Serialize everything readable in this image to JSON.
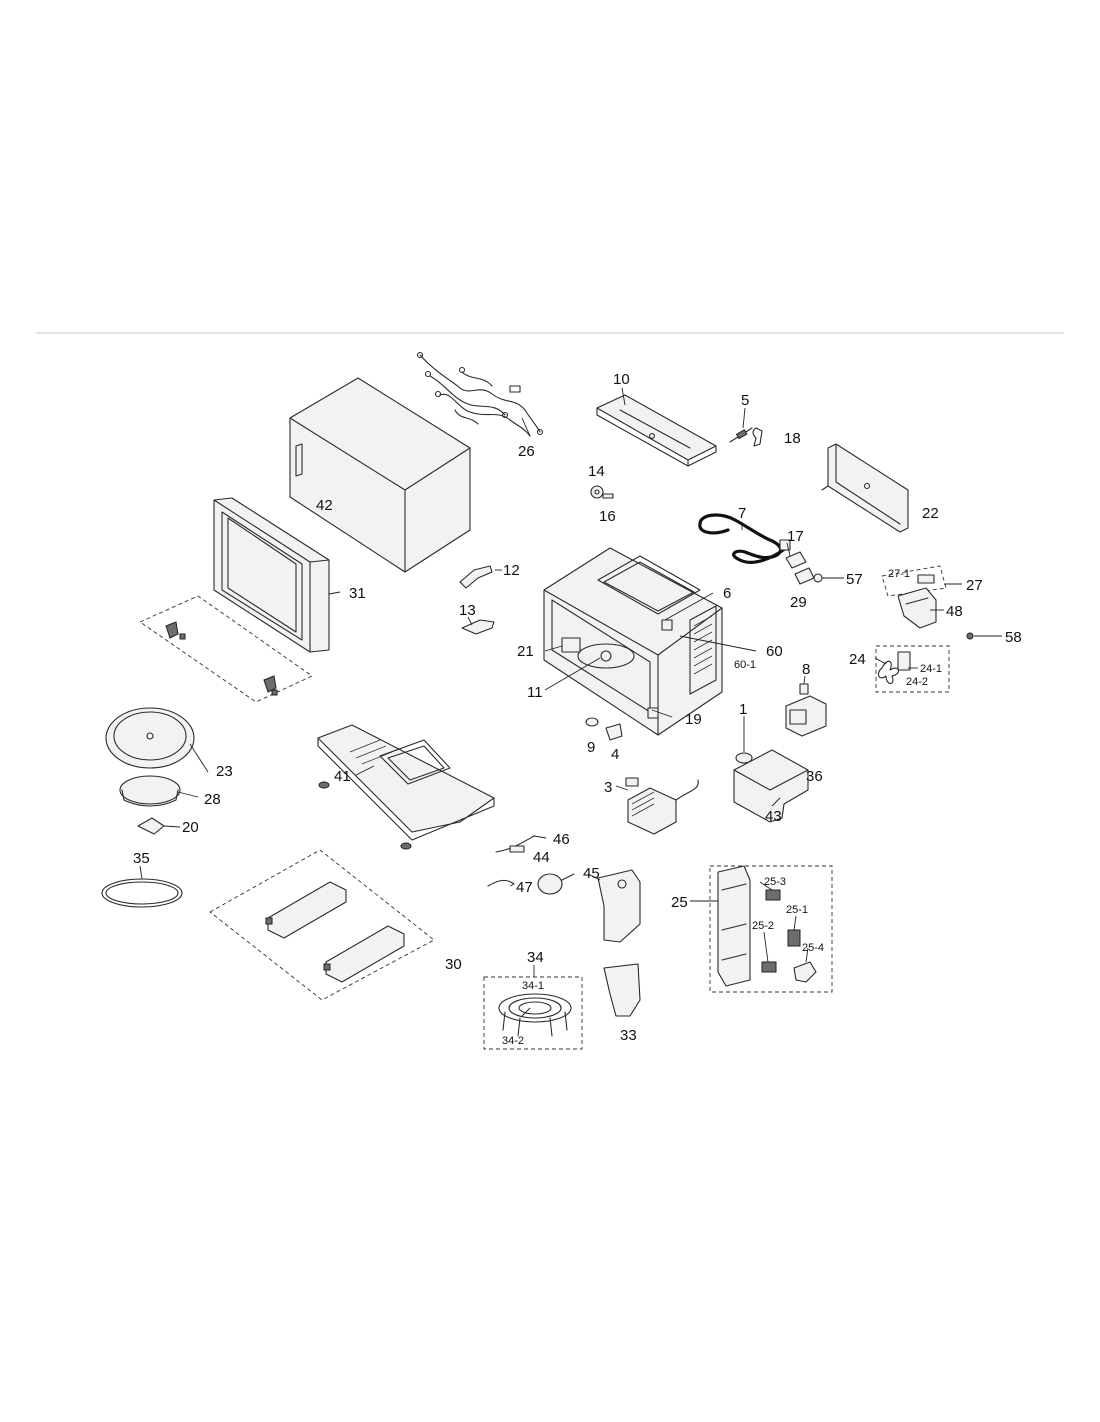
{
  "callouts": {
    "c1": "1",
    "c3": "3",
    "c4": "4",
    "c5": "5",
    "c6": "6",
    "c7": "7",
    "c8": "8",
    "c9": "9",
    "c10": "10",
    "c11": "11",
    "c12": "12",
    "c13": "13",
    "c14": "14",
    "c16": "16",
    "c17": "17",
    "c18": "18",
    "c19": "19",
    "c20": "20",
    "c21": "21",
    "c22": "22",
    "c23": "23",
    "c24": "24",
    "c24_1": "24-1",
    "c24_2": "24-2",
    "c25": "25",
    "c25_1": "25-1",
    "c25_2": "25-2",
    "c25_3": "25-3",
    "c25_4": "25-4",
    "c26": "26",
    "c27": "27",
    "c27_1": "27-1",
    "c28": "28",
    "c29": "29",
    "c30": "30",
    "c31": "31",
    "c33": "33",
    "c34": "34",
    "c34_1": "34-1",
    "c34_2": "34-2",
    "c35": "35",
    "c36": "36",
    "c41": "41",
    "c42": "42",
    "c43": "43",
    "c44": "44",
    "c45": "45",
    "c46": "46",
    "c47": "47",
    "c48": "48",
    "c57": "57",
    "c58": "58",
    "c60": "60",
    "c60_1": "60-1"
  },
  "colors": {
    "line": "#2a2a2a",
    "rule": "#c8c8c8",
    "background": "#ffffff"
  }
}
